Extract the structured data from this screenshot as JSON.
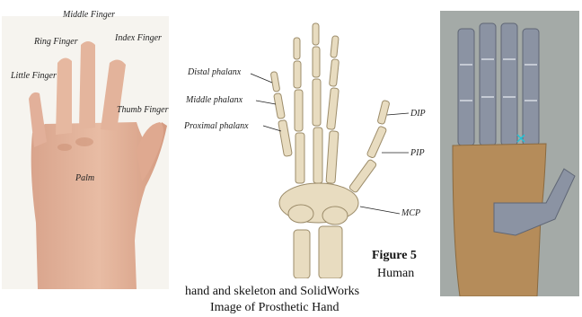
{
  "hand_labels": {
    "middle": "Middle Finger",
    "ring": "Ring Finger",
    "index": "Index Finger",
    "little": "Little Finger",
    "thumb": "Thumb Finger",
    "palm": "Palm"
  },
  "skeleton_labels": {
    "distal": "Distal phalanx",
    "middle": "Middle phalanx",
    "proximal": "Proximal phalanx",
    "dip": "DIP",
    "pip": "PIP",
    "mcp": "MCP"
  },
  "caption": {
    "figure": "Figure 5",
    "line1": "Human",
    "line2": "hand and skeleton and SolidWorks",
    "line3": "Image of Prosthetic Hand"
  },
  "colors": {
    "skin": "#e3b49b",
    "bone": "#e8dcc0",
    "cad_fingers": "#8b93a3",
    "cad_palm": "#b58c5a"
  }
}
